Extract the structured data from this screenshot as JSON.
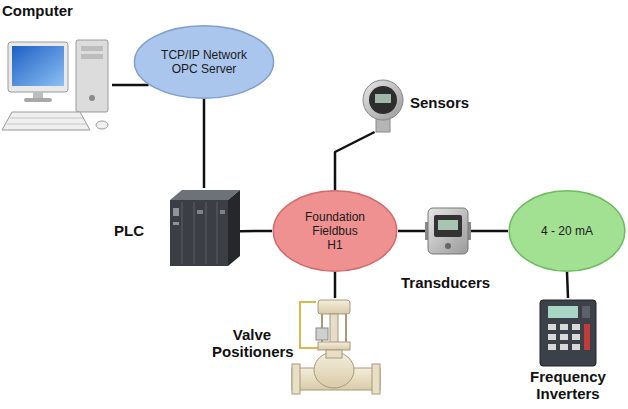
{
  "diagram": {
    "nodes": [
      {
        "text": [
          "Computer"
        ]
      },
      {
        "text": [
          "TCP/IP Network OPC Server"
        ]
      },
      {
        "text": [
          "Sensors"
        ]
      },
      {
        "text": [
          "PLC"
        ]
      },
      {
        "text": [
          "Foundation Fieldbus H1"
        ]
      },
      {
        "text": [
          "Transducers"
        ]
      },
      {
        "text": [
          "4 - 20 mA"
        ]
      },
      {
        "text": [
          "Valve Positioners"
        ]
      },
      {
        "text": [
          "Frequency Inverters"
        ]
      }
    ],
    "edges": [
      {
        "from": 0,
        "to": 1,
        "arrow": "none"
      },
      {
        "from": 1,
        "to": 3,
        "arrow": "none"
      },
      {
        "from": 3,
        "to": 4,
        "arrow": "none"
      },
      {
        "from": 4,
        "to": 2,
        "arrow": "none"
      },
      {
        "from": 4,
        "to": 5,
        "arrow": "none"
      },
      {
        "from": 5,
        "to": 6,
        "arrow": "none"
      },
      {
        "from": 4,
        "to": 7,
        "arrow": "none"
      },
      {
        "from": 6,
        "to": 8,
        "arrow": "none"
      }
    ]
  }
}
